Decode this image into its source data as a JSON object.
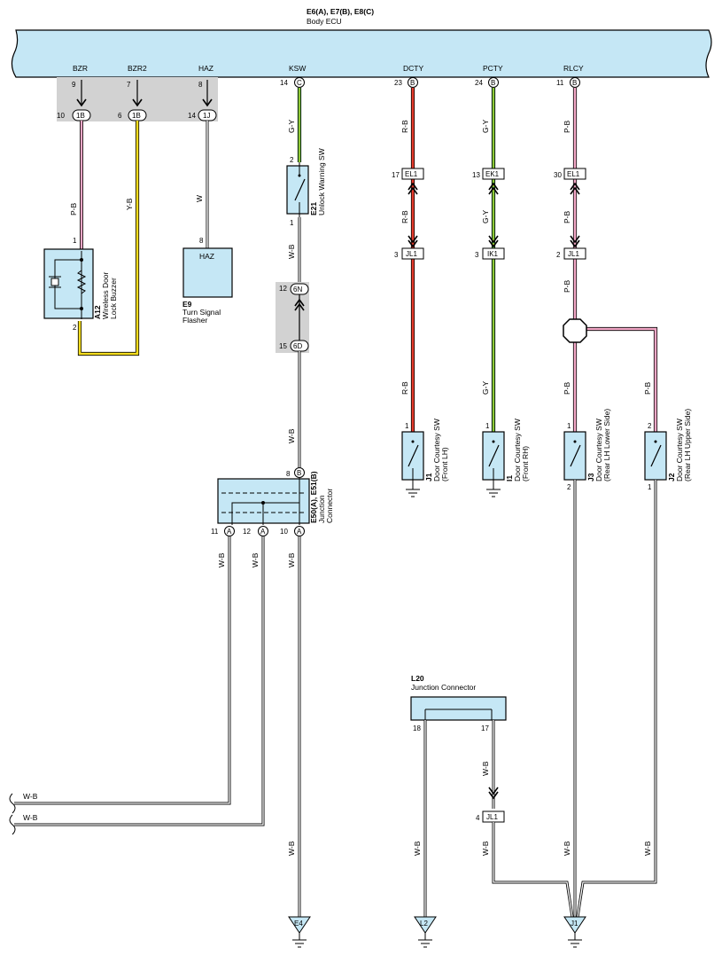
{
  "ecu": {
    "code": "E6(A), E7(B), E8(C)",
    "name": "Body ECU",
    "terminals": [
      {
        "label": "BZR",
        "pin": "9"
      },
      {
        "label": "BZR2",
        "pin": "7"
      },
      {
        "label": "HAZ",
        "pin": "8"
      },
      {
        "label": "KSW",
        "pin": "14",
        "conn": "C"
      },
      {
        "label": "DCTY",
        "pin": "23",
        "conn": "B"
      },
      {
        "label": "PCTY",
        "pin": "24",
        "conn": "B"
      },
      {
        "label": "RLCY",
        "pin": "11",
        "conn": "B"
      }
    ],
    "jb_connectors": [
      {
        "pin": "10",
        "conn": "1B"
      },
      {
        "pin": "6",
        "conn": "1B"
      },
      {
        "pin": "14",
        "conn": "1J"
      }
    ]
  },
  "wires": {
    "bzr": "P-B",
    "bzr2": "Y-B",
    "haz": "W",
    "ksw_top": "G-Y",
    "ksw_mid": "W-B",
    "ksw_low": "W-B",
    "ksw_bottom": "W-B",
    "dcty_top": "R-B",
    "dcty_mid": "R-B",
    "dcty_low": "R-B",
    "pcty_top": "G-Y",
    "pcty_mid": "G-Y",
    "pcty_low": "G-Y",
    "rlcy_top": "P-B",
    "rlcy_mid": "P-B",
    "rlcy_low": "P-B",
    "rlcy_branch_a": "P-B",
    "rlcy_branch_b": "P-B",
    "jc_a11": "W-B",
    "jc_a12": "W-B",
    "jc_a10": "W-B",
    "out1": "W-B",
    "out2": "W-B",
    "l20_18": "W-B",
    "l20_17": "W-B",
    "l20_17_low": "W-B",
    "j3_out": "W-B",
    "j2_out": "W-B"
  },
  "components": {
    "a12": {
      "code": "A12",
      "name1": "Wireless Door",
      "name2": "Lock Buzzer",
      "pin_top": "1",
      "pin_bottom": "2"
    },
    "e9": {
      "code": "E9",
      "name1": "Turn Signal",
      "name2": "Flasher",
      "label": "HAZ",
      "pin": "8"
    },
    "e21": {
      "code": "E21",
      "name": "Unlock Warning SW",
      "pin_top": "2",
      "pin_bottom": "1"
    },
    "inline_ksw": {
      "top_pin": "12",
      "top_conn": "6N",
      "bottom_pin": "15",
      "bottom_conn": "6D"
    },
    "e50": {
      "code": "E50(A), E51(B)",
      "name1": "Junction",
      "name2": "Connector",
      "pin_top": "8",
      "pin_top_conn": "B",
      "pins": [
        {
          "pin": "11",
          "conn": "A"
        },
        {
          "pin": "12",
          "conn": "A"
        },
        {
          "pin": "10",
          "conn": "A"
        }
      ]
    },
    "j1_sw": {
      "code": "J1",
      "name1": "Door Courtesy SW",
      "name2": "(Front LH)",
      "pin": "1"
    },
    "i1_sw": {
      "code": "I1",
      "name1": "Door Courtesy SW",
      "name2": "(Front RH)",
      "pin": "1"
    },
    "j3_sw": {
      "code": "J3",
      "name1": "Door Courtesy SW",
      "name2": "(Rear LH Lower Side)",
      "pin_top": "1",
      "pin_bottom": "2"
    },
    "j2_sw": {
      "code": "J2",
      "name1": "Door Courtesy SW",
      "name2": "(Rear LH Upper Side)",
      "pin_top": "2",
      "pin_bottom": "1"
    },
    "l20": {
      "code": "L20",
      "name": "Junction Connector",
      "pin_left": "18",
      "pin_right": "17"
    }
  },
  "connectors": {
    "dcty_el1": {
      "pin": "17",
      "conn": "EL1"
    },
    "dcty_jl1": {
      "pin": "3",
      "conn": "JL1"
    },
    "pcty_ek1": {
      "pin": "13",
      "conn": "EK1"
    },
    "pcty_ik1": {
      "pin": "3",
      "conn": "IK1"
    },
    "rlcy_el1": {
      "pin": "30",
      "conn": "EL1"
    },
    "rlcy_jl1": {
      "pin": "2",
      "conn": "JL1"
    },
    "l20_jl1": {
      "pin": "4",
      "conn": "JL1"
    }
  },
  "grounds": {
    "e4": "E4",
    "l2": "L2",
    "j1": "J1"
  },
  "colors": {
    "ecu_fill": "#c5e7f5",
    "jb_fill": "#d2d2d2",
    "pink": "#f3a7c6",
    "yellow": "#f5dd1e",
    "red": "#e43a2c",
    "green": "#3cb54a"
  }
}
